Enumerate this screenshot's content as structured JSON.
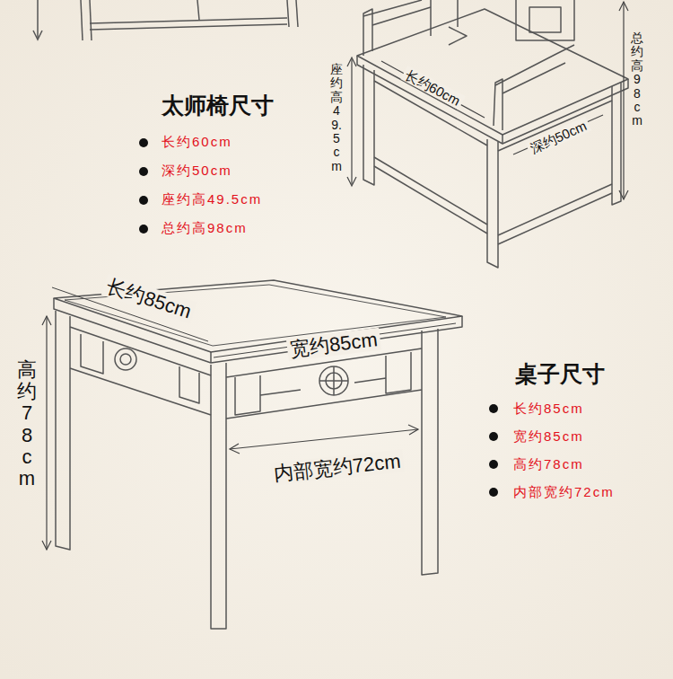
{
  "diagram": {
    "labels": [
      "长约60cm",
      "座约高49.5cm",
      "深约50cm",
      "总约高98cm",
      "太师椅尺寸",
      "长约60cm",
      "深约50cm",
      "座约高49.5cm",
      "总约高98cm",
      "长约85cm",
      "宽约85cm",
      "高约78cm",
      "内部宽约72cm",
      "桌子尺寸",
      "长约85cm",
      "宽约85cm",
      "高约78cm",
      "内部宽约72cm"
    ]
  }
}
